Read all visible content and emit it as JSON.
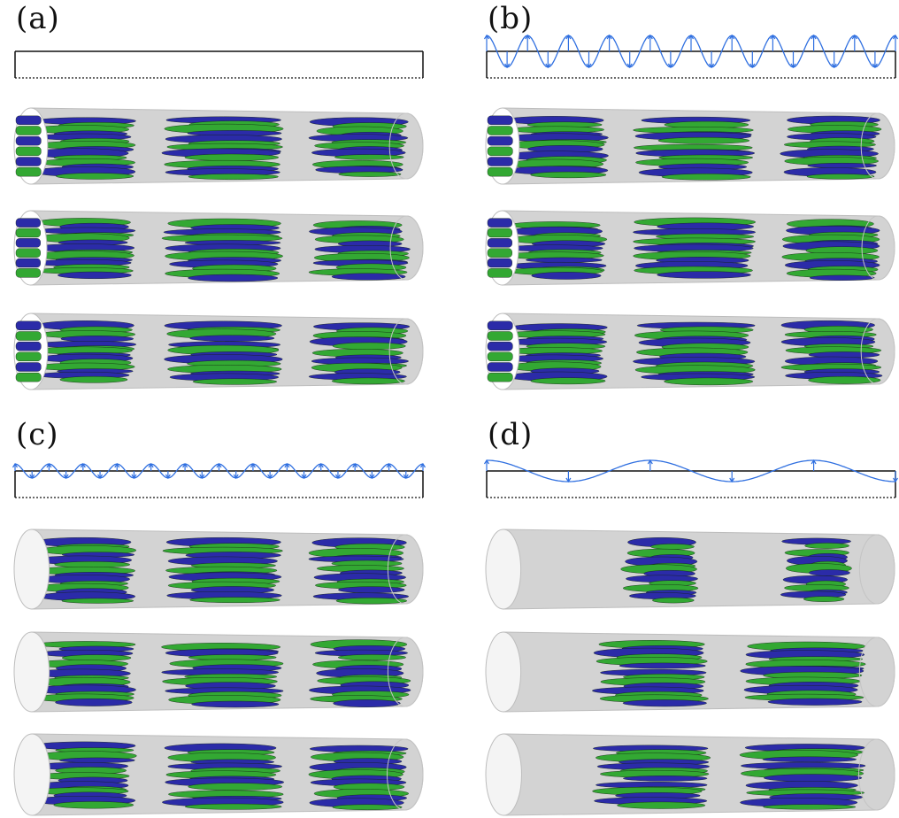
{
  "panels": [
    {
      "id": "a",
      "label": "(a)",
      "forcing": "none"
    },
    {
      "id": "b",
      "label": "(b)",
      "forcing": "sinusoidal"
    },
    {
      "id": "c",
      "label": "(c)",
      "forcing": "sinusoidal"
    },
    {
      "id": "d",
      "label": "(d)",
      "forcing": "sinusoidal"
    }
  ],
  "colors": {
    "pipe": "#d3d3d3",
    "pipe_end": "#f4f4f4",
    "streak_blue": "#2b2ba8",
    "streak_green": "#33a833",
    "forcing_arrows": "#2f6fe0",
    "outline": "#111111"
  }
}
